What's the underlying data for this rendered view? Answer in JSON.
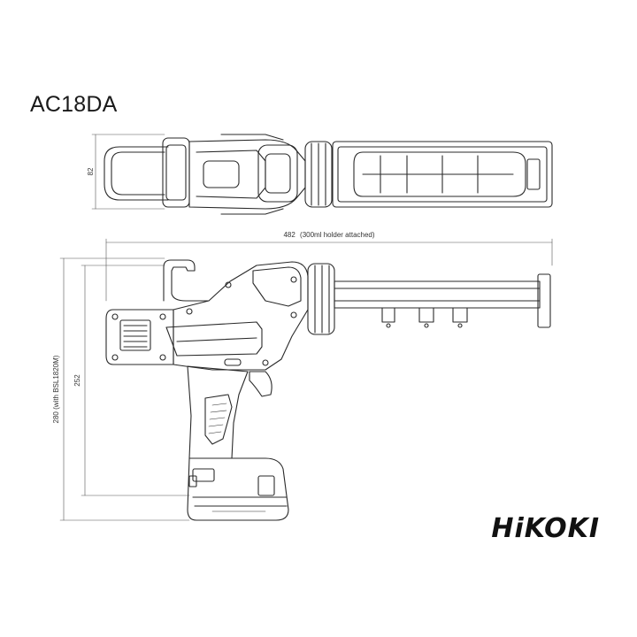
{
  "model": "AC18DA",
  "dimensions": {
    "top_width": "82",
    "length": "482",
    "length_note": "(300ml holder attached)",
    "height": "252",
    "height_with_battery": "280 (with BSL1820M)"
  },
  "brand": {
    "logo_text": "HiKOKI",
    "color": "#111111"
  },
  "colors": {
    "line": "#2a2a2a",
    "dimension": "#555555"
  }
}
